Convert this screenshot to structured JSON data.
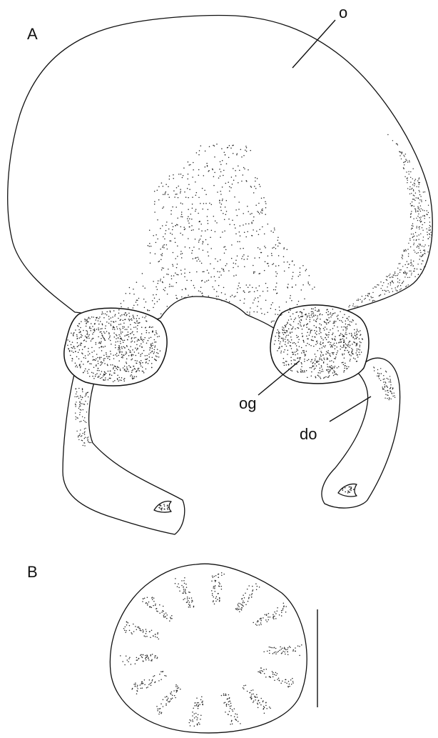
{
  "figure": {
    "panels": [
      {
        "id": "A",
        "label": "A"
      },
      {
        "id": "B",
        "label": "B"
      }
    ],
    "labels": {
      "o": "o",
      "og": "og",
      "do": "do"
    },
    "colors": {
      "ink": "#111111",
      "background": "#ffffff"
    }
  }
}
